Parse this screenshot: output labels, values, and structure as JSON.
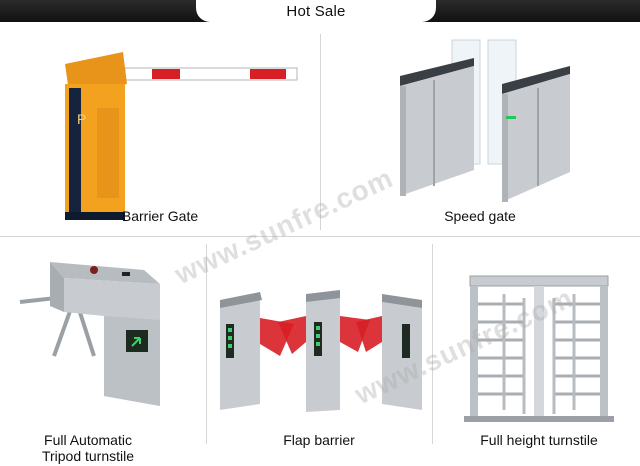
{
  "header": {
    "title": "Hot Sale"
  },
  "products": [
    {
      "caption": "Barrier Gate",
      "image_icon": "barrier-gate-image"
    },
    {
      "caption": "Speed gate",
      "image_icon": "speed-gate-image"
    },
    {
      "caption_line1": "Full Automatic",
      "caption_line2": "Tripod turnstile",
      "image_icon": "tripod-turnstile-image"
    },
    {
      "caption": "Flap barrier",
      "image_icon": "flap-barrier-image"
    },
    {
      "caption": "Full height turnstile",
      "image_icon": "full-height-turnstile-image"
    }
  ],
  "watermark": {
    "text": "www.sunfre.com"
  },
  "colors": {
    "header_band": "#1a1a1a",
    "divider": "#d6d6d6",
    "barrier_orange": "#f3a21f",
    "flap_red": "#d71f26",
    "steel": "#c8ccd0"
  }
}
